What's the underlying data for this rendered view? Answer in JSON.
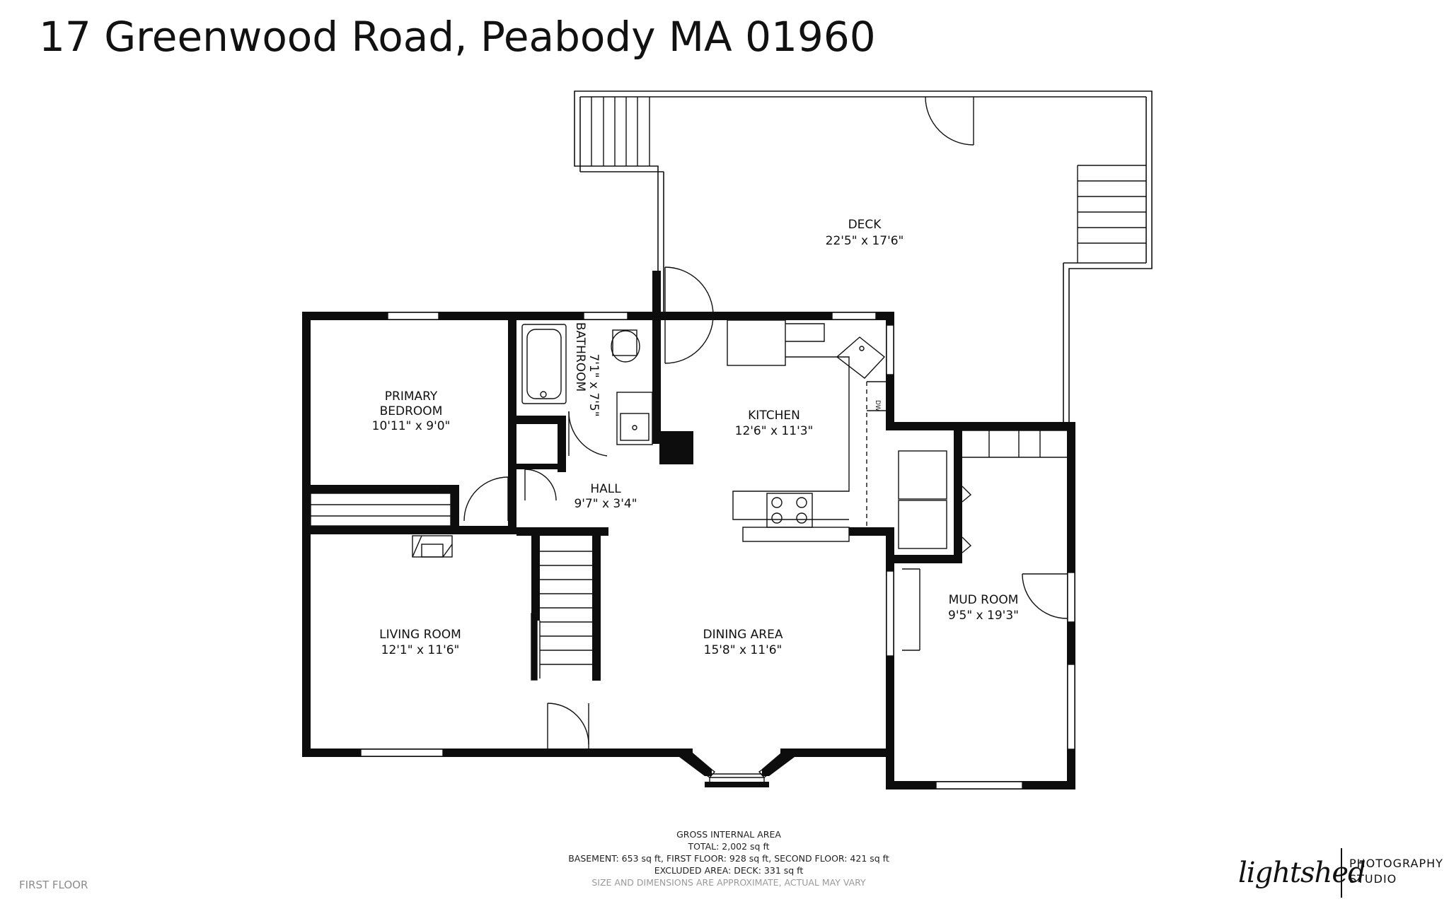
{
  "title": "17 Greenwood Road, Peabody MA 01960",
  "rooms": {
    "deck": {
      "name": "DECK",
      "dims": "22'5\" x 17'6\""
    },
    "primary_bedroom": {
      "name_line1": "PRIMARY",
      "name_line2": "BEDROOM",
      "dims": "10'11\" x 9'0\""
    },
    "bathroom": {
      "name": "BATHROOM",
      "dims": "7'1\" x 7'5\""
    },
    "kitchen": {
      "name": "KITCHEN",
      "dims": "12'6\" x 11'3\""
    },
    "hall": {
      "name": "HALL",
      "dims": "9'7\" x 3'4\""
    },
    "living_room": {
      "name": "LIVING ROOM",
      "dims": "12'1\" x 11'6\""
    },
    "dining_area": {
      "name": "DINING AREA",
      "dims": "15'8\" x 11'6\""
    },
    "mud_room": {
      "name": "MUD ROOM",
      "dims": "9'5\" x 19'3\""
    },
    "dw_label": "DW"
  },
  "area": {
    "heading": "GROSS INTERNAL AREA",
    "total": "TOTAL: 2,002 sq ft",
    "breakdown": "BASEMENT: 653 sq ft, FIRST FLOOR: 928 sq ft, SECOND FLOOR: 421 sq ft",
    "excluded": "EXCLUDED AREA: DECK: 331 sq ft",
    "note": "SIZE AND DIMENSIONS ARE APPROXIMATE, ACTUAL MAY VARY"
  },
  "floor_label": "FIRST FLOOR",
  "brand": {
    "script": "lightshed",
    "line1": "PHOTOGRAPHY",
    "line2": "STUDIO"
  }
}
